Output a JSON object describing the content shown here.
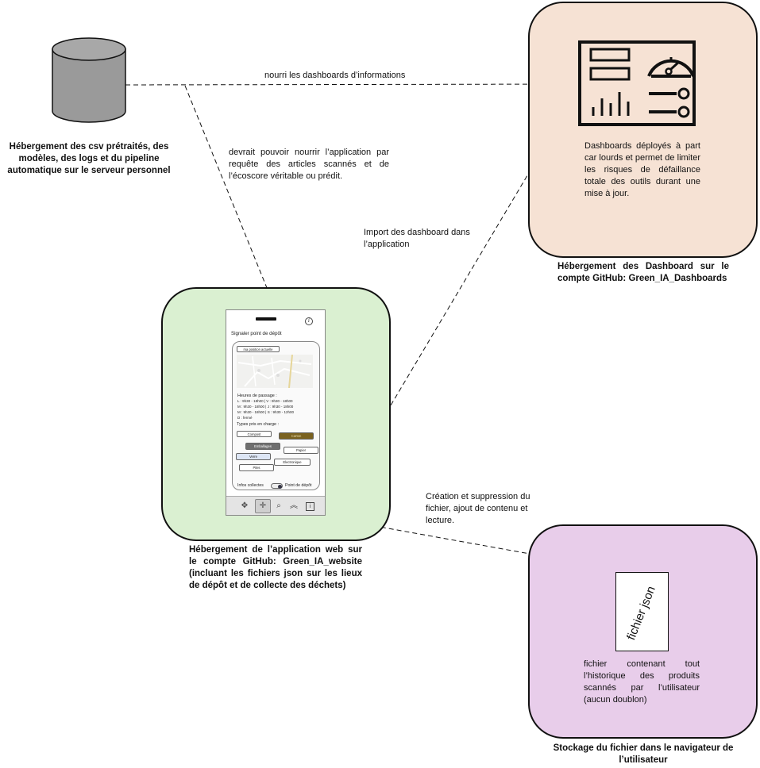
{
  "captions": {
    "server": "Hébergement des csv prétraités, des modèles, des logs et du pipeline automatique sur le serveur personnel",
    "dashboard": "Hébergement des Dashboard sur le compte GitHub: Green_IA_Dashboards",
    "website": "Hébergement de l’application web sur le compte GitHub: Green_IA_website (incluant les fichiers json sur les lieux de dépôt et de collecte des déchets)",
    "storage": "Stockage du fichier dans le navigateur de l’utilisateur"
  },
  "edge_labels": {
    "feeds_dashboards": "nourri les dashboards d’informations",
    "feeds_app": "devrait pouvoir nourrir l’application par requête des articles scannés et de l’écoscore véritable ou prédit.",
    "import_dashboard": "Import des dashboard dans l’application",
    "file_ops": "Création et suppression du fichier, ajout de contenu et lecture."
  },
  "notes": {
    "dashboard": "Dashboards déployés à part car lourds et permet de limiter les risques de défaillance totale des outils durant une mise à jour.",
    "json_file_label": "fichier json",
    "json_file_desc": "fichier contenant tout l’historique des produits scannés par l’utilisateur (aucun doublon)"
  },
  "phone": {
    "title": "Signaler point de dépôt",
    "position_button": "ma position actuelle",
    "hours_title": "Heures de passage :",
    "hours": [
      "L : 9h30 - 18h00 | V : 9h30 - 18h00",
      "M : 9h30 - 18h00 | J : 9h30 - 18h00",
      "M : 9h30 - 18h00 | S : 9h30 - 12h00",
      "D : fermé"
    ],
    "types_title": "Types pris en charge :",
    "types": {
      "compost": "Compost",
      "carton": "Carton",
      "emballages": "Emballages",
      "papier": "Papier",
      "verre": "Verre",
      "electronique": "Electronique",
      "piles": "Piles"
    },
    "toggle_left": "Infos collectes",
    "toggle_right": "Point de dépôt",
    "info_icon": "i-icon",
    "nav_icons": [
      "move-icon",
      "target-icon",
      "search-icon",
      "chevrons-up-icon",
      "info-icon"
    ]
  },
  "colors": {
    "dashboard_box": "#f6e2d4",
    "website_box": "#daf0d1",
    "storage_box": "#e8cdea",
    "database": "#9a9a9a",
    "carton_tag": "#7a6220",
    "emballages_tag": "#6e6e6e",
    "verre_tag": "#dde6f5"
  }
}
